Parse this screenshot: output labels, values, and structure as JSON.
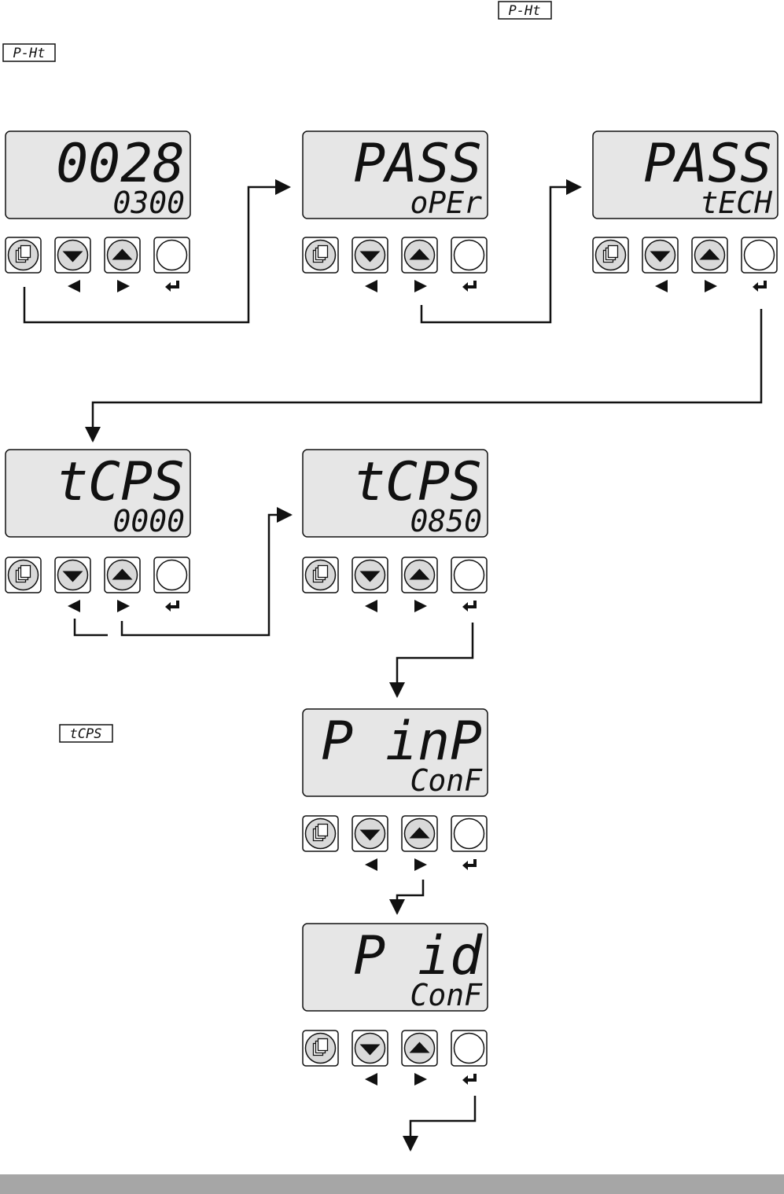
{
  "tags": {
    "top_right": "P-Ht",
    "top_left": "P-Ht",
    "tcps_note": "tCPS"
  },
  "panels": [
    {
      "name": "panel-login-display",
      "top": "0028",
      "bottom": "0300"
    },
    {
      "name": "panel-pass-oper",
      "top": "PASS",
      "bottom": "oPEr"
    },
    {
      "name": "panel-pass-tech",
      "top": "PASS",
      "bottom": "tECH"
    },
    {
      "name": "panel-tcps-0000",
      "top": "tCPS",
      "bottom": "0000"
    },
    {
      "name": "panel-tcps-0850",
      "top": "tCPS",
      "bottom": "0850"
    },
    {
      "name": "panel-pinp-conf",
      "top": "P inP",
      "bottom": "ConF"
    },
    {
      "name": "panel-pid-conf",
      "top": "P id",
      "bottom": "ConF"
    }
  ],
  "icons": {
    "menu": "menu-icon",
    "down": "down-arrow-button-icon",
    "up": "up-arrow-button-icon",
    "enter": "enter-button-icon",
    "left": "left-arrow-icon",
    "right": "right-arrow-icon",
    "return": "return-icon"
  },
  "colors": {
    "lcd_bg": "#e6e6e6",
    "button_bg": "#d9d9d9",
    "footer": "#a6a6a6",
    "ink": "#111111"
  }
}
